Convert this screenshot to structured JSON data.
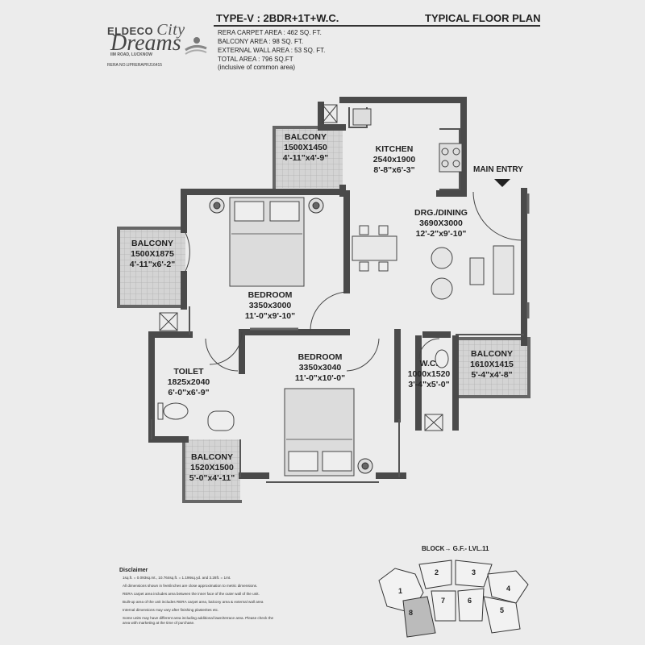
{
  "brand": {
    "top": "ELDECO",
    "city": "City",
    "main": "Dreams",
    "road": "IIM ROAD, LUCKNOW",
    "rera": "RERA NO.UPRERAPRJ16415"
  },
  "header": {
    "type": "TYPE-V : 2BDR+1T+W.C.",
    "plan": "TYPICAL FLOOR PLAN",
    "areas": [
      "RERA CARPET AREA : 462 SQ. FT.",
      "BALCONY AREA : 98 SQ. FT.",
      "EXTERNAL WALL AREA : 53 SQ. FT.",
      "TOTAL AREA : 796 SQ.FT",
      "(inclusive of common area)"
    ]
  },
  "rooms": {
    "balcony_top": [
      "BALCONY",
      "1500X1450",
      "4'-11\"x4'-9\""
    ],
    "kitchen": [
      "KITCHEN",
      "2540x1900",
      "8'-8\"x6'-3\""
    ],
    "drg": [
      "DRG./DINING",
      "3690X3000",
      "12'-2\"x9'-10\""
    ],
    "balcony_left": [
      "BALCONY",
      "1500X1875",
      "4'-11\"x6'-2\""
    ],
    "bedroom1": [
      "BEDROOM",
      "3350x3000",
      "11'-0\"x9'-10\""
    ],
    "toilet": [
      "TOILET",
      "1825x2040",
      "6'-0\"x6'-9\""
    ],
    "bedroom2": [
      "BEDROOM",
      "3350x3040",
      "11'-0\"x10'-0\""
    ],
    "wc": [
      "W.C.",
      "1000x1520",
      "3'-4\"x5'-0\""
    ],
    "balcony_right": [
      "BALCONY",
      "1610X1415",
      "5'-4\"x4'-8\""
    ],
    "balcony_bottom": [
      "BALCONY",
      "1520X1500",
      "5'-0\"x4'-11\""
    ]
  },
  "main_entry": "MAIN ENTRY",
  "disclaimer": {
    "title": "Disclaimer",
    "items": [
      "1sq.ft. = 0.093sq.mt., 10.764sq.ft. = 1.196sq.yd. and 3.28ft. = 1mt.",
      "All dimensions shown in feet/inches are close approximation to metric dimensions.",
      "RERA carpet area includes area between the inner face of the outer wall of the unit.",
      "Built-up area of the unit includes RERA carpet area, balcony area & external wall area",
      "Internal dimensions may vary after finishing plasterites etc.",
      "Some units may have different area including additional lawn/terrace area. Please check the",
      "area with marketing at the time of purchase."
    ]
  },
  "block": {
    "title": "BLOCK→ G.F.- LVL.11",
    "towers": [
      "1",
      "2",
      "3",
      "4",
      "5",
      "6",
      "7",
      "8"
    ]
  }
}
